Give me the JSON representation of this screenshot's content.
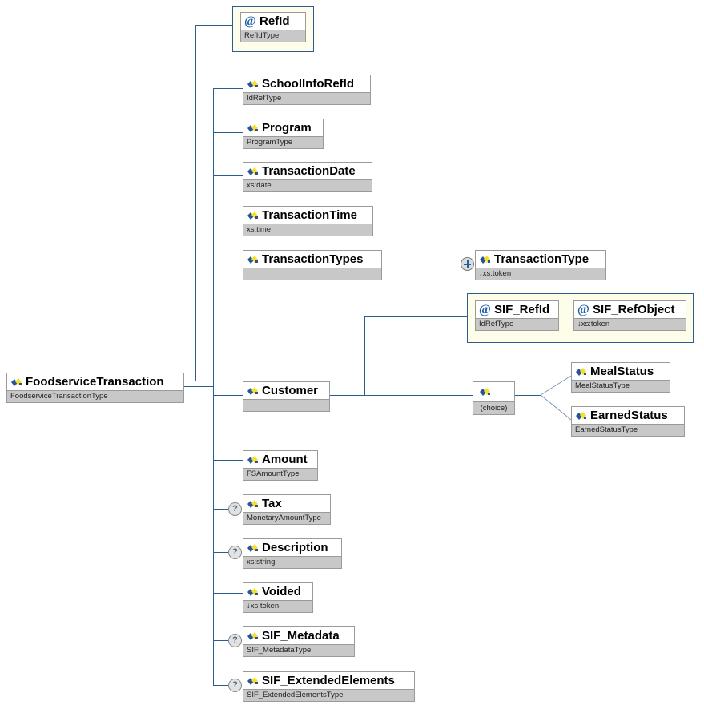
{
  "diagram": {
    "kind": "xml-schema-tree",
    "root": {
      "name": "FoodserviceTransaction",
      "type": "FoodserviceTransactionType",
      "icon": "element-icon"
    },
    "attribute_group_1": {
      "items": [
        {
          "name": "RefId",
          "type": "RefIdType",
          "icon": "attribute-icon"
        }
      ]
    },
    "children": [
      {
        "name": "SchoolInfoRefId",
        "type": "IdRefType",
        "icon": "element-icon",
        "optional": false
      },
      {
        "name": "Program",
        "type": "ProgramType",
        "icon": "element-icon",
        "optional": false
      },
      {
        "name": "TransactionDate",
        "type": "xs:date",
        "icon": "element-icon",
        "optional": false
      },
      {
        "name": "TransactionTime",
        "type": "xs:time",
        "icon": "element-icon",
        "optional": false
      },
      {
        "name": "TransactionTypes",
        "type": "",
        "icon": "element-icon",
        "optional": false
      },
      {
        "name": "Customer",
        "type": "",
        "icon": "element-icon",
        "optional": false
      },
      {
        "name": "Amount",
        "type": "FSAmountType",
        "icon": "element-icon",
        "optional": false
      },
      {
        "name": "Tax",
        "type": "MonetaryAmountType",
        "icon": "element-icon",
        "optional": true
      },
      {
        "name": "Description",
        "type": "xs:string",
        "icon": "element-icon",
        "optional": true
      },
      {
        "name": "Voided",
        "type": "↓xs:token",
        "icon": "element-icon",
        "optional": false
      },
      {
        "name": "SIF_Metadata",
        "type": "SIF_MetadataType",
        "icon": "element-icon",
        "optional": true
      },
      {
        "name": "SIF_ExtendedElements",
        "type": "SIF_ExtendedElementsType",
        "icon": "element-icon",
        "optional": true
      }
    ],
    "transaction_types_child": {
      "name": "TransactionType",
      "type": "↓xs:token",
      "icon": "element-icon",
      "expander": "plus-expander"
    },
    "customer_attribute_group": {
      "items": [
        {
          "name": "SIF_RefId",
          "type": "IdRefType",
          "icon": "attribute-icon"
        },
        {
          "name": "SIF_RefObject",
          "type": "↓xs:token",
          "icon": "attribute-icon"
        }
      ]
    },
    "customer_choice": {
      "label": "(choice)",
      "icon": "element-icon",
      "options": [
        {
          "name": "MealStatus",
          "type": "MealStatusType",
          "icon": "element-icon"
        },
        {
          "name": "EarnedStatus",
          "type": "EarnedStatusType",
          "icon": "element-icon"
        }
      ]
    },
    "markers": {
      "optional_symbol": "?",
      "expander_symbol": "+"
    },
    "colors": {
      "line": "#2c5d8f",
      "type_bar": "#c8c8c8",
      "group_fill": "#fdfdea",
      "group_border": "#2c5d8f",
      "node_border": "#9a9a9a",
      "attribute_glyph": "#1f5fa8",
      "icon_blue": "#28539c",
      "icon_yellow": "#f5e028"
    }
  }
}
